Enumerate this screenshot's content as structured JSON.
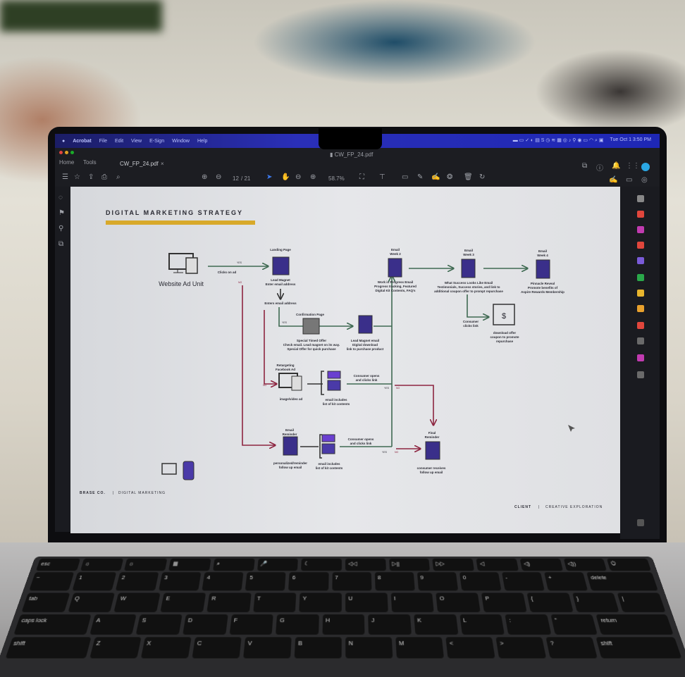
{
  "menubar": {
    "items": [
      "Acrobat",
      "File",
      "Edit",
      "View",
      "E-Sign",
      "Window",
      "Help"
    ],
    "clock": "Tue Oct 1  3:50 PM"
  },
  "window": {
    "filename": "CW_FP_24.pdf"
  },
  "toolbar": {
    "home": "Home",
    "tools": "Tools",
    "tab": "CW_FP_24.pdf",
    "tab_close": "×",
    "page_current": "12",
    "page_total": "/ 21",
    "zoom": "58.7%"
  },
  "doc": {
    "title": "DIGITAL MARKETING STRATEGY",
    "accent": "#d8a92a",
    "nodes": {
      "website": "Website Ad Unit",
      "clicks_ad": "Clicks on ad",
      "landing_title": "Landing Page",
      "landing_desc1": "Lead Magnet",
      "landing_desc2": "Enter email address",
      "enters_email": "Enters email address",
      "confirm_title": "Confirmation Page",
      "confirm_desc1": "Special Timed Offer",
      "confirm_desc2": "Check email. Lead magnet on its way.",
      "confirm_desc3": "Special Offer for quick purchase",
      "lead_desc1": "Lead Magnet email",
      "lead_desc2": "Digital download",
      "lead_desc3": "link to purchase product",
      "w2_title1": "Email",
      "w2_title2": "Week 2",
      "w2_desc1": "Work in Progress Email",
      "w2_desc2": "Progress tracking, Featured",
      "w2_desc3": "Digital Kit Contents, FAQ's",
      "w3_title1": "Email",
      "w3_title2": "Week 3",
      "w3_desc1": "What Success Looks Like Email",
      "w3_desc2": "Testimonials, Success stories, and link to",
      "w3_desc3": "additional coupon offer to prompt repurchase",
      "w4_title1": "Email",
      "w4_title2": "Week 4",
      "w4_desc1": "Pinnacle Reveal",
      "w4_desc2": "Promote benefits of",
      "w4_desc3": "Aspire Rewards Membership",
      "consumer_clicks1": "Consumer",
      "consumer_clicks2": "clicks link",
      "dollar": "$",
      "coupon1": "download offer",
      "coupon2": "coupon to promote",
      "coupon3": "repurchase",
      "retarget_title1": "Retargeting",
      "retarget_title2": "Facebook Ad",
      "retarget_desc": "image/video ad",
      "kit1": "email includes",
      "kit2": "list of kit contents",
      "opens1": "Consumer opens",
      "opens2": "and clicks link",
      "reminder_title1": "Email",
      "reminder_title2": "Reminder",
      "reminder_desc1": "personalized/reminder",
      "reminder_desc2": "follow up email",
      "final_title1": "Final",
      "final_title2": "Reminder",
      "final_desc1": "consumer receives",
      "final_desc2": "follow up email",
      "yes": "YES",
      "no": "NO"
    },
    "footer_left_brand": "BRASE CO.",
    "footer_left_sep": "|",
    "footer_left": "DIGITAL MARKETING",
    "footer_right_brand": "CLIENT",
    "footer_right_sep": "|",
    "footer_right": "CREATIVE EXPLORATION"
  },
  "keyboard": {
    "rows": [
      [
        "esc",
        "☼",
        "☼",
        "▦",
        "⌕",
        "🎤",
        "☾",
        "◁◁",
        "▷||",
        "▷▷",
        "◁",
        "◁)",
        "◁))",
        "⏻"
      ],
      [
        "~",
        "1",
        "2",
        "3",
        "4",
        "5",
        "6",
        "7",
        "8",
        "9",
        "0",
        "-",
        "+",
        "delete"
      ],
      [
        "tab",
        "Q",
        "W",
        "E",
        "R",
        "T",
        "Y",
        "U",
        "I",
        "O",
        "P",
        "{",
        "}",
        "|"
      ],
      [
        "caps lock",
        "A",
        "S",
        "D",
        "F",
        "G",
        "H",
        "J",
        "K",
        "L",
        ":",
        "\"",
        "return"
      ],
      [
        "shift",
        "Z",
        "X",
        "C",
        "V",
        "B",
        "N",
        "M",
        "<",
        ">",
        "?",
        "shift"
      ]
    ]
  }
}
